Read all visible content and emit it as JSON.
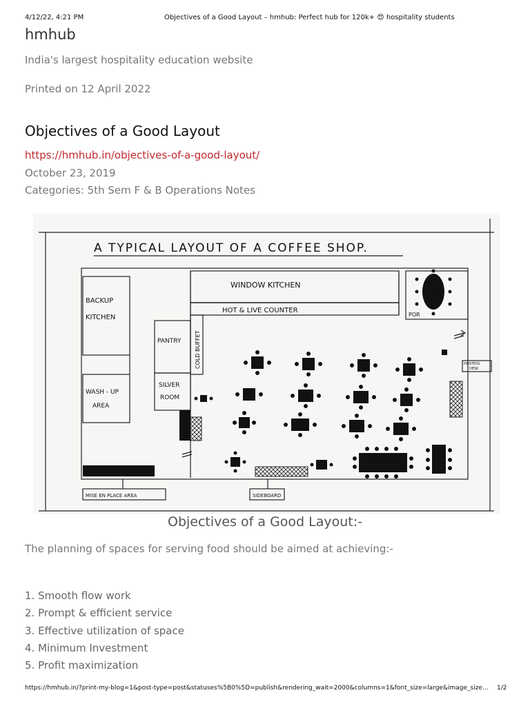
{
  "print_header": {
    "datetime": "4/12/22, 4:21 PM",
    "title": "Objectives of a Good Layout – hmhub: Perfect     hub for 120k+ 😍 hospitality          students"
  },
  "site": {
    "name": "hmhub",
    "tagline": "India's largest hospitality education website",
    "printed_on": "Printed on 12 April 2022"
  },
  "post": {
    "title": "Objectives of a Good Layout",
    "url": "https://hmhub.in/objectives-of-a-good-layout/",
    "date": "October 23, 2019",
    "categories": "Categories: 5th Sem F & B Operations Notes"
  },
  "diagram": {
    "title": "A TYPICAL LAYOUT OF A COFFEE SHOP.",
    "labels": {
      "backup_kitchen_1": "BACKUP",
      "backup_kitchen_2": "KITCHEN",
      "window_kitchen": "WINDOW   KITCHEN",
      "hot_counter": "HOT & LIVE COUNTER",
      "pantry": "PANTRY",
      "cold_buffet": "COLD BUFFET",
      "wash_up_1": "WASH - UP",
      "wash_up_2": "AREA",
      "silver_room_1": "SILVER",
      "silver_room_2": "ROOM",
      "por": "POR",
      "hostess_desk_1": "HOSTESS",
      "hostess_desk_2": "DESK",
      "mise_en_place": "MISE EN PLACE AREA",
      "sideboard": "SIDEBOARD"
    }
  },
  "content": {
    "heading": "Objectives of a Good Layout:-",
    "intro": "The planning of spaces for serving food should be aimed at achieving:-",
    "objectives": [
      "1. Smooth flow work",
      "2. Prompt & efficient service",
      "3. Effective utilization of space",
      "4. Minimum Investment",
      "5. Profit maximization"
    ]
  },
  "print_footer": {
    "url": "https://hmhub.in/?print-my-blog=1&post-type=post&statuses%5B0%5D=publish&rendering_wait=2000&columns=1&font_size=large&image_size=larg…",
    "page": "1/2"
  }
}
